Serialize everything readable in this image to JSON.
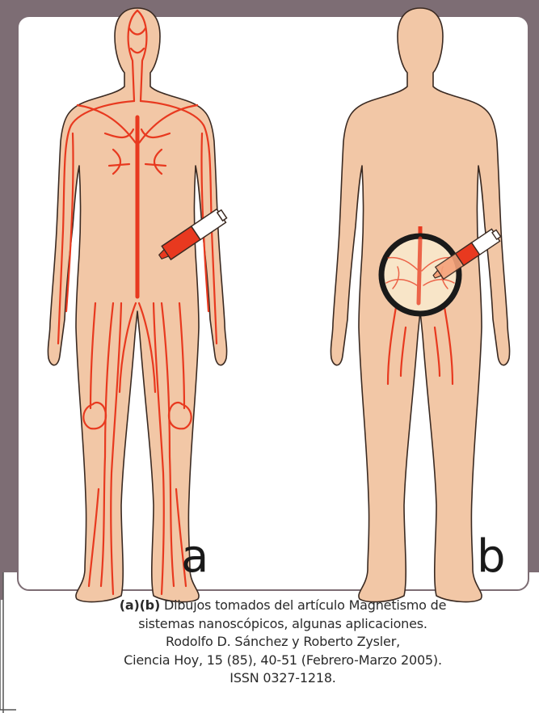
{
  "figure": {
    "labels": {
      "a": "a",
      "b": "b"
    }
  },
  "caption": {
    "bold_prefix": "(a)(b)",
    "line1_rest": " Dibujos tomados del artículo Magnetismo de",
    "line2": "sistemas nanoscópicos, algunas aplicaciones.",
    "line3": "Rodolfo D. Sánchez y Roberto Zysler,",
    "line4": "Ciencia Hoy, 15 (85), 40-51 (Febrero-Marzo 2005).",
    "line5": "ISSN 0327-1218."
  },
  "colors": {
    "frame": "#7d6d74",
    "skin": "#f2c7a6",
    "outline": "#3a2a22",
    "vessel": "#e8391f",
    "magnifier_fill": "#f8e5c8"
  }
}
